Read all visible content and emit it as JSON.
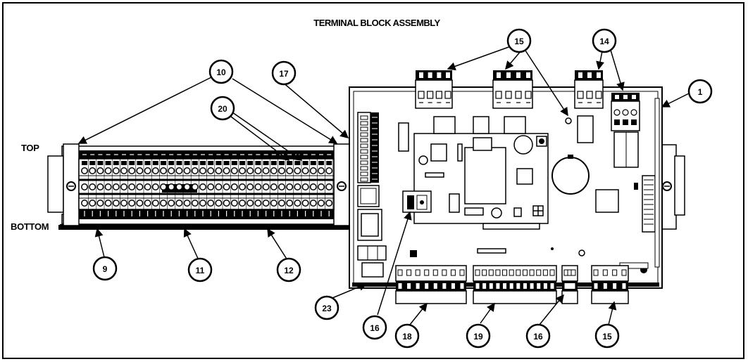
{
  "title": "TERMINAL BLOCK ASSEMBLY",
  "labels": {
    "top": "TOP",
    "bottom": "BOTTOM"
  },
  "callouts": {
    "c1": "1",
    "c9": "9",
    "c10": "10",
    "c11": "11",
    "c12": "12",
    "c14": "14",
    "c15_top": "15",
    "c15_bottom": "15",
    "c16_left": "16",
    "c16_right": "16",
    "c17": "17",
    "c18": "18",
    "c19": "19",
    "c20": "20",
    "c23": "23"
  }
}
